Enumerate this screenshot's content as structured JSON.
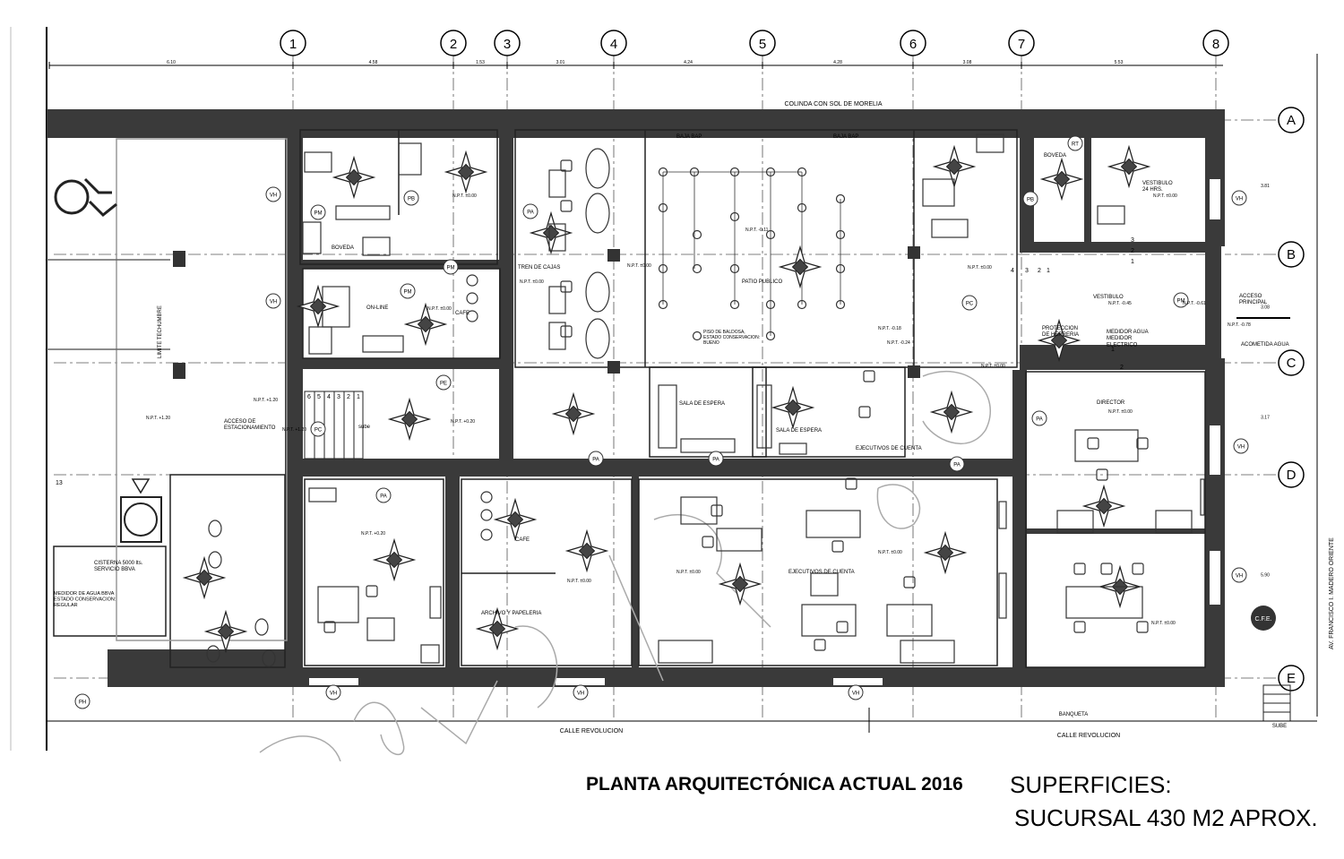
{
  "caption": {
    "title": "PLANTA ARQUITECTÓNICA ACTUAL 2016",
    "superficies": "SUPERFICIES:",
    "area": "SUCURSAL  430 M2 APROX."
  },
  "grid": {
    "columns": [
      "1",
      "2",
      "3",
      "4",
      "5",
      "6",
      "7",
      "8"
    ],
    "rows": [
      "A",
      "B",
      "C",
      "D",
      "E"
    ],
    "dimensions": [
      "6.10",
      "4.58",
      "1.53",
      "3.01",
      "4.24",
      "4.28",
      "3.08",
      "5.53"
    ],
    "right_dims": [
      "3.81",
      "3.08",
      "3.17",
      "5.90"
    ]
  },
  "labels": {
    "colinda": "COLINDA CON SOL DE MORELIA",
    "calle_left": "CALLE REVOLUCION",
    "calle_right": "CALLE REVOLUCION",
    "banqueta": "BANQUETA",
    "avenida": "AV. FRANCISCO I. MADERO ORIENTE",
    "sube": "SUBE",
    "boveda_top": "BOVEDA",
    "boveda_right": "BOVEDA",
    "vestibulo_24": "VESTIBULO\n24 HRS.",
    "vestibulo": "VESTIBULO",
    "acceso_principal": "ACCESO\nPRINCIPAL",
    "acometida": "ACOMETIDA AGUA",
    "proteccion": "PROTECCION\nDE HERRERIA",
    "medidor_electrico": "MEDIDOR AGUA\nMEDIDOR\nELECTRICO",
    "director": "DIRECTOR",
    "tren_cajas": "TREN DE CAJAS",
    "patio_publico": "PATIO PUBLICO",
    "piso_baldosa": "PISO DE BALDOSA,\nESTADO CONSERVACION:\nBUENO",
    "sala_espera_1": "SALA DE ESPERA",
    "sala_espera_2": "SALA DE ESPERA",
    "ejecutivos_1": "EJECUTIVOS DE CUENTA",
    "ejecutivos_2": "EJECUTIVOS DE CUENTA",
    "on_line": "ON-LINE",
    "cafe_1": "CAFE",
    "cafe_2": "CAFE",
    "archivo": "ARCHIVO Y PAPELERIA",
    "acceso_estac": "ACCESO DE\nESTACIONAMIENTO",
    "limite": "LIMITE TECHUMBRE",
    "cisterna": "CISTERNA 5000 lts.\nSERVICIO BBVA",
    "medidor_bbva": "MEDIDOR DE AGUA BBVA\nESTADO CONSERVACION:\nREGULAR",
    "baja_bap_1": "BAJA BAP",
    "baja_bap_2": "BAJA BAP",
    "sube_stair": "sube",
    "cfe": "C.F.E.",
    "num_13": "13",
    "stair_nums": [
      "6",
      "5",
      "4",
      "3",
      "2",
      "1"
    ],
    "npt": [
      "N.P.T. ±0.00",
      "N.P.T. +0.20",
      "N.P.T. +1.20",
      "N.P.T. -0.18",
      "N.P.T. -0.24",
      "N.P.T. -0.45",
      "N.P.T. -0.78",
      "N.P.T. -0.61",
      "N.P.T. -0.11"
    ],
    "tags": [
      "VH",
      "PA",
      "PM",
      "PB",
      "PC",
      "PE",
      "PH",
      "RT"
    ]
  }
}
